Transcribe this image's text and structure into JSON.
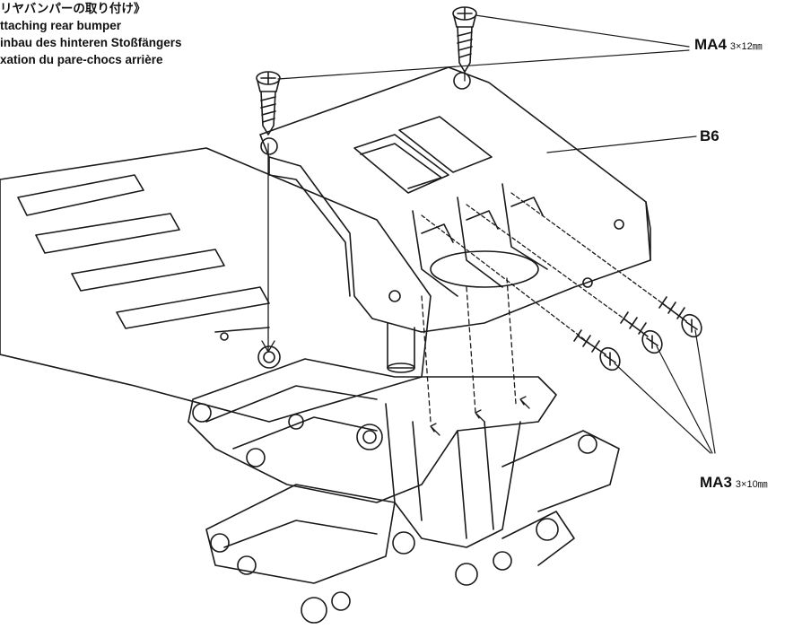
{
  "header": {
    "title_jp": "リヤバンパーの取り付け》",
    "title_en": "ttaching rear bumper",
    "title_de": "inbau des hinteren Stoßfängers",
    "title_fr": "xation du pare-chocs arrière"
  },
  "parts": {
    "ma4_code": "MA4",
    "ma4_size": "3×12㎜",
    "b6_code": "B6",
    "ma3_code": "MA3",
    "ma3_size": "3×10㎜"
  },
  "colors": {
    "line": "#1a1a1a",
    "background": "#ffffff"
  }
}
